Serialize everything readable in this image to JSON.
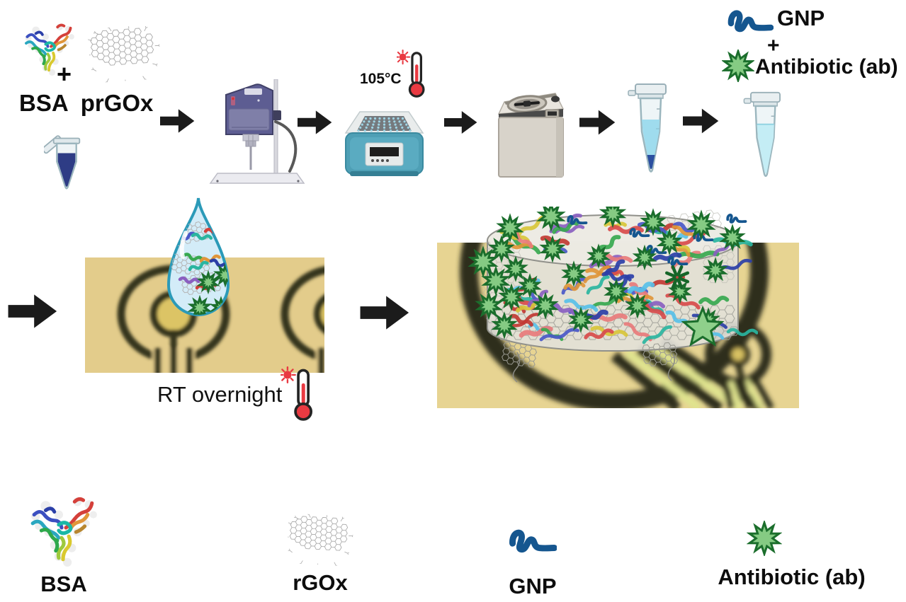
{
  "step1": {
    "bsa": "BSA",
    "prgox": "prGOx",
    "plus": "+"
  },
  "heating": {
    "temperature": "105°C"
  },
  "mixture": {
    "gnp": "GNP",
    "plus": "+",
    "antibiotic": "Antibiotic (ab)"
  },
  "incubation": {
    "label": "RT overnight"
  },
  "legend": {
    "items": [
      {
        "id": "bsa",
        "icon": "bsa-protein-icon",
        "label": "BSA"
      },
      {
        "id": "rgox",
        "icon": "rgox-graphene-icon",
        "label": "rGOx"
      },
      {
        "id": "gnp",
        "icon": "gnp-squiggle-icon",
        "label": "GNP"
      },
      {
        "id": "antibiotic",
        "icon": "antibiotic-star-icon",
        "label": "Antibiotic (ab)"
      }
    ]
  },
  "icons": [
    "bsa-protein-icon",
    "rgox-graphene-icon",
    "microtube-icon",
    "flow-arrow-icon",
    "homogenizer-icon",
    "heat-block-icon",
    "thermometer-heat-icon",
    "centrifuge-icon",
    "gnp-squiggle-icon",
    "antibiotic-star-icon",
    "electrode-chip-photo",
    "sample-droplet-icon",
    "membrane-disk-illustration"
  ],
  "colors": {
    "arrow": "#1b1b1b",
    "gnp_blue": "#15568f",
    "antibiotic_fill": "#85cb83",
    "antibiotic_stroke": "#1b6e2c",
    "droplet_fill": "#d3ecf8",
    "droplet_stroke": "#2b9ab8",
    "chip_gold": "#e3cc8b",
    "chip_dark": "#35351f",
    "thermometer_red": "#e93a42",
    "tube_dark_blue": "#2e3c85",
    "tube_light_blue": "#9fdcee",
    "tube_cyan": "#c4edf5",
    "heatblock_teal": "#4e9fb5"
  }
}
